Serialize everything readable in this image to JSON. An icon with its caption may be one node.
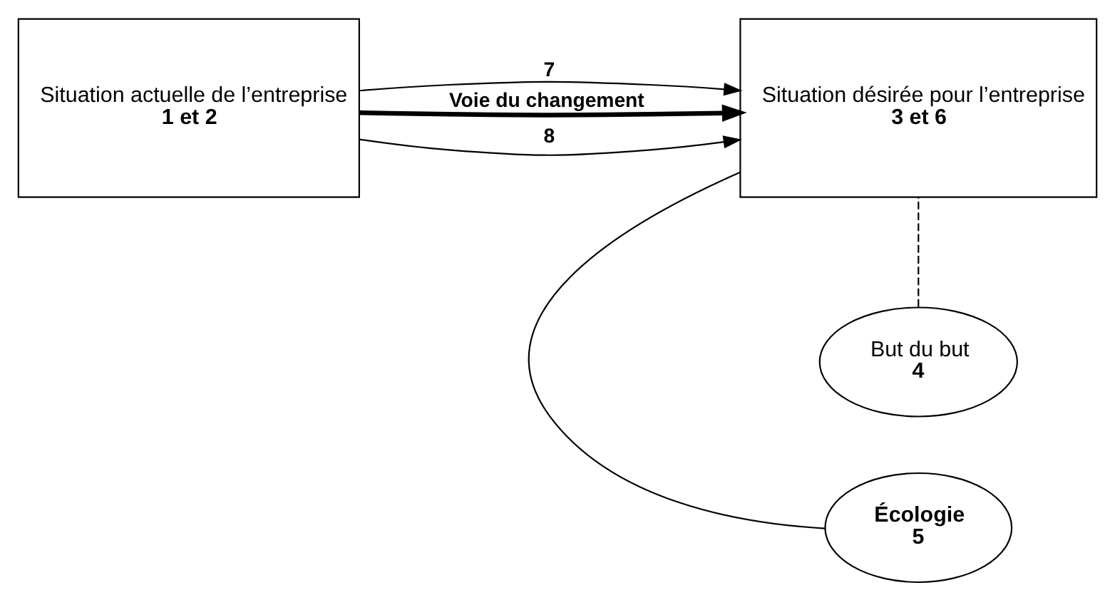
{
  "diagram": {
    "nodes": [
      {
        "text": [
          "Situation actuelle de l’entreprise",
          "1 et 2"
        ]
      },
      {
        "text": [
          "Situation désirée pour l’entreprise",
          "3 et 6"
        ]
      },
      {
        "text": [
          "But du but",
          "4"
        ]
      },
      {
        "text": [
          "Écologie",
          "5"
        ]
      }
    ],
    "edges": [
      {
        "from": 0,
        "to": 1,
        "arrow": "to",
        "label": "7"
      },
      {
        "from": 0,
        "to": 1,
        "arrow": "to",
        "label": "Voie du changement",
        "style": "thick"
      },
      {
        "from": 0,
        "to": 1,
        "arrow": "to",
        "label": "8"
      },
      {
        "from": 2,
        "to": 1,
        "arrow": "none",
        "style": "dashed"
      },
      {
        "from": 3,
        "to": 1,
        "arrow": "none"
      }
    ]
  }
}
